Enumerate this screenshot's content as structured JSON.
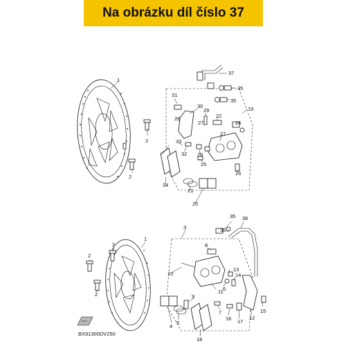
{
  "banner": {
    "text": "Na obrázku díl číslo 37",
    "color": "#f5c400"
  },
  "callouts": {
    "c1a": "1",
    "c2a": "2",
    "c2b": "2",
    "c20": "20",
    "c21": "21",
    "c22": "22",
    "c23": "23",
    "c24": "24",
    "c25": "25",
    "c26": "26",
    "c27": "27",
    "c28": "28",
    "c29": "29",
    "c30": "30",
    "c31": "31",
    "c32": "32",
    "c33": "33",
    "c34": "34",
    "c35a": "35",
    "c35b": "35",
    "c37": "37",
    "c19": "19",
    "c3": "3",
    "c35c": "35",
    "c35d": "35",
    "c36": "36",
    "c2c": "2",
    "c2d": "2",
    "c2e": "2",
    "c1b": "1",
    "c8": "8",
    "c10": "10",
    "c13": "13",
    "c14": "14",
    "c6": "6",
    "c9": "9",
    "c11": "11",
    "c12": "12",
    "c15": "15",
    "c16": "16",
    "c17": "17",
    "c7": "7",
    "c4": "4",
    "c5": "5",
    "c18": "18"
  },
  "diagram_code": "BX91300DV250"
}
